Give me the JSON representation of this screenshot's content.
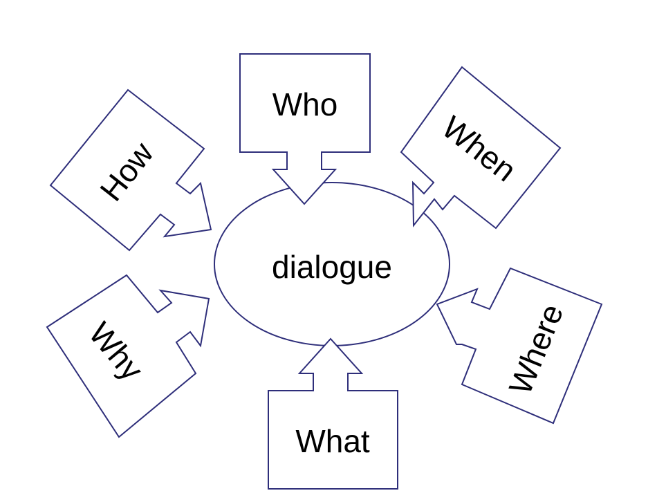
{
  "diagram": {
    "center_label": "dialogue",
    "labels": {
      "who": "Who",
      "when": "When",
      "how": "How",
      "why": "Why",
      "where": "Where",
      "what": "What"
    },
    "colors": {
      "stroke": "#2e2e7a",
      "fill": "#ffffff",
      "text": "#000000"
    }
  }
}
